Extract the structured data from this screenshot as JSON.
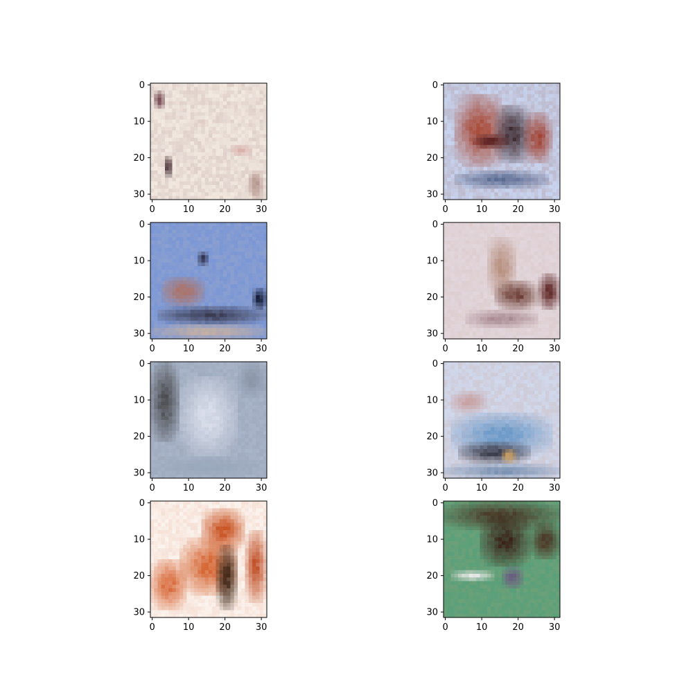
{
  "chart_data": [
    {
      "type": "image",
      "panel": "row-1-col-1",
      "xlim": [
        -0.5,
        31.5
      ],
      "ylim": [
        31.5,
        -0.5
      ],
      "xticks": [
        0,
        10,
        20,
        30
      ],
      "yticks": [
        0,
        10,
        20,
        30
      ],
      "palette": {
        "base": "#f1e8e0",
        "dark": "#3a1820",
        "mid": "#c9a8a0",
        "accent": "#8a5a60"
      },
      "blobs": [
        [
          1,
          2,
          3,
          5,
          "#6a3a45"
        ],
        [
          4,
          20,
          2,
          6,
          "#2a1018"
        ],
        [
          22,
          17,
          6,
          3,
          "#d8b0a8"
        ],
        [
          27,
          24,
          4,
          8,
          "#b09088"
        ],
        [
          13,
          10,
          3,
          2,
          "#e0c8c0"
        ]
      ]
    },
    {
      "type": "image",
      "panel": "row-1-col-2",
      "xlim": [
        -0.5,
        31.5
      ],
      "ylim": [
        31.5,
        -0.5
      ],
      "xticks": [
        0,
        10,
        20,
        30
      ],
      "yticks": [
        0,
        10,
        20,
        30
      ],
      "palette": {
        "base": "#c8d4ef",
        "dark": "#3a2028",
        "mid": "#b44a32",
        "accent": "#8a3a2a"
      },
      "blobs": [
        [
          3,
          3,
          14,
          20,
          "#a84530"
        ],
        [
          14,
          6,
          10,
          16,
          "#3e2a30"
        ],
        [
          22,
          8,
          8,
          14,
          "#a04030"
        ],
        [
          3,
          24,
          26,
          5,
          "#5a6a90"
        ],
        [
          8,
          14,
          10,
          4,
          "#5a2020"
        ]
      ]
    },
    {
      "type": "image",
      "panel": "row-2-col-1",
      "xlim": [
        -0.5,
        31.5
      ],
      "ylim": [
        31.5,
        -0.5
      ],
      "xticks": [
        0,
        10,
        20,
        30
      ],
      "yticks": [
        0,
        10,
        20,
        30
      ],
      "palette": {
        "base": "#7b97d5",
        "dark": "#1a1a30",
        "mid": "#c49080",
        "accent": "#d8c8b8"
      },
      "blobs": [
        [
          3,
          15,
          12,
          8,
          "#b07060"
        ],
        [
          13,
          8,
          3,
          4,
          "#2a2a45"
        ],
        [
          2,
          23,
          30,
          5,
          "#3a3a50"
        ],
        [
          0,
          28,
          32,
          4,
          "#c8b0a0"
        ],
        [
          28,
          18,
          4,
          6,
          "#101830"
        ]
      ]
    },
    {
      "type": "image",
      "panel": "row-2-col-2",
      "xlim": [
        -0.5,
        31.5
      ],
      "ylim": [
        31.5,
        -0.5
      ],
      "xticks": [
        0,
        10,
        20,
        30
      ],
      "yticks": [
        0,
        10,
        20,
        30
      ],
      "palette": {
        "base": "#e2d6dc",
        "dark": "#4a2020",
        "mid": "#a07060",
        "accent": "#c8a898"
      },
      "blobs": [
        [
          12,
          4,
          8,
          16,
          "#b89080"
        ],
        [
          14,
          16,
          12,
          8,
          "#6a3a30"
        ],
        [
          26,
          14,
          6,
          10,
          "#5a2020"
        ],
        [
          6,
          24,
          20,
          5,
          "#a88890"
        ]
      ]
    },
    {
      "type": "image",
      "panel": "row-3-col-1",
      "xlim": [
        -0.5,
        31.5
      ],
      "ylim": [
        31.5,
        -0.5
      ],
      "xticks": [
        0,
        10,
        20,
        30
      ],
      "yticks": [
        0,
        10,
        20,
        30
      ],
      "palette": {
        "base": "#a8b4c8",
        "dark": "#3a3a40",
        "mid": "#d8dce8",
        "accent": "#7a8090"
      },
      "blobs": [
        [
          0,
          0,
          8,
          22,
          "#4a4a4e"
        ],
        [
          8,
          4,
          16,
          22,
          "#dce0ec"
        ],
        [
          24,
          0,
          8,
          10,
          "#8a96a8"
        ],
        [
          0,
          26,
          32,
          6,
          "#9aa8bc"
        ]
      ]
    },
    {
      "type": "image",
      "panel": "row-3-col-2",
      "xlim": [
        -0.5,
        31.5
      ],
      "ylim": [
        31.5,
        -0.5
      ],
      "xticks": [
        0,
        10,
        20,
        30
      ],
      "yticks": [
        0,
        10,
        20,
        30
      ],
      "palette": {
        "base": "#d0d8ec",
        "dark": "#2a2a3a",
        "mid": "#5a8ac0",
        "accent": "#c88a70"
      },
      "blobs": [
        [
          2,
          8,
          10,
          6,
          "#c8a0a0"
        ],
        [
          2,
          14,
          28,
          12,
          "#6a98c8"
        ],
        [
          4,
          22,
          20,
          6,
          "#3a3a48"
        ],
        [
          16,
          24,
          4,
          4,
          "#d8a860"
        ],
        [
          0,
          28,
          32,
          4,
          "#7890b0"
        ]
      ]
    },
    {
      "type": "image",
      "panel": "row-4-col-1",
      "xlim": [
        -0.5,
        31.5
      ],
      "ylim": [
        31.5,
        -0.5
      ],
      "xticks": [
        0,
        10,
        20,
        30
      ],
      "yticks": [
        0,
        10,
        20,
        30
      ],
      "palette": {
        "base": "#fbf3ee",
        "dark": "#3a2010",
        "mid": "#d0582c",
        "accent": "#e08860"
      },
      "blobs": [
        [
          14,
          2,
          12,
          12,
          "#c8501e"
        ],
        [
          8,
          10,
          16,
          16,
          "#d4622e"
        ],
        [
          18,
          12,
          6,
          18,
          "#3a2212"
        ],
        [
          0,
          16,
          10,
          14,
          "#d86838"
        ],
        [
          26,
          8,
          6,
          20,
          "#c05028"
        ]
      ]
    },
    {
      "type": "image",
      "panel": "row-4-col-2",
      "xlim": [
        -0.5,
        31.5
      ],
      "ylim": [
        31.5,
        -0.5
      ],
      "xticks": [
        0,
        10,
        20,
        30
      ],
      "yticks": [
        0,
        10,
        20,
        30
      ],
      "palette": {
        "base": "#5aa07a",
        "dark": "#3a2418",
        "mid": "#7ab88e",
        "accent": "#c8a070"
      },
      "blobs": [
        [
          0,
          0,
          32,
          8,
          "#4a3a28"
        ],
        [
          10,
          4,
          14,
          14,
          "#3a2218"
        ],
        [
          2,
          19,
          12,
          3,
          "#e8e8e8"
        ],
        [
          16,
          18,
          6,
          6,
          "#6a5a80"
        ],
        [
          24,
          6,
          8,
          10,
          "#4a3020"
        ]
      ]
    }
  ]
}
